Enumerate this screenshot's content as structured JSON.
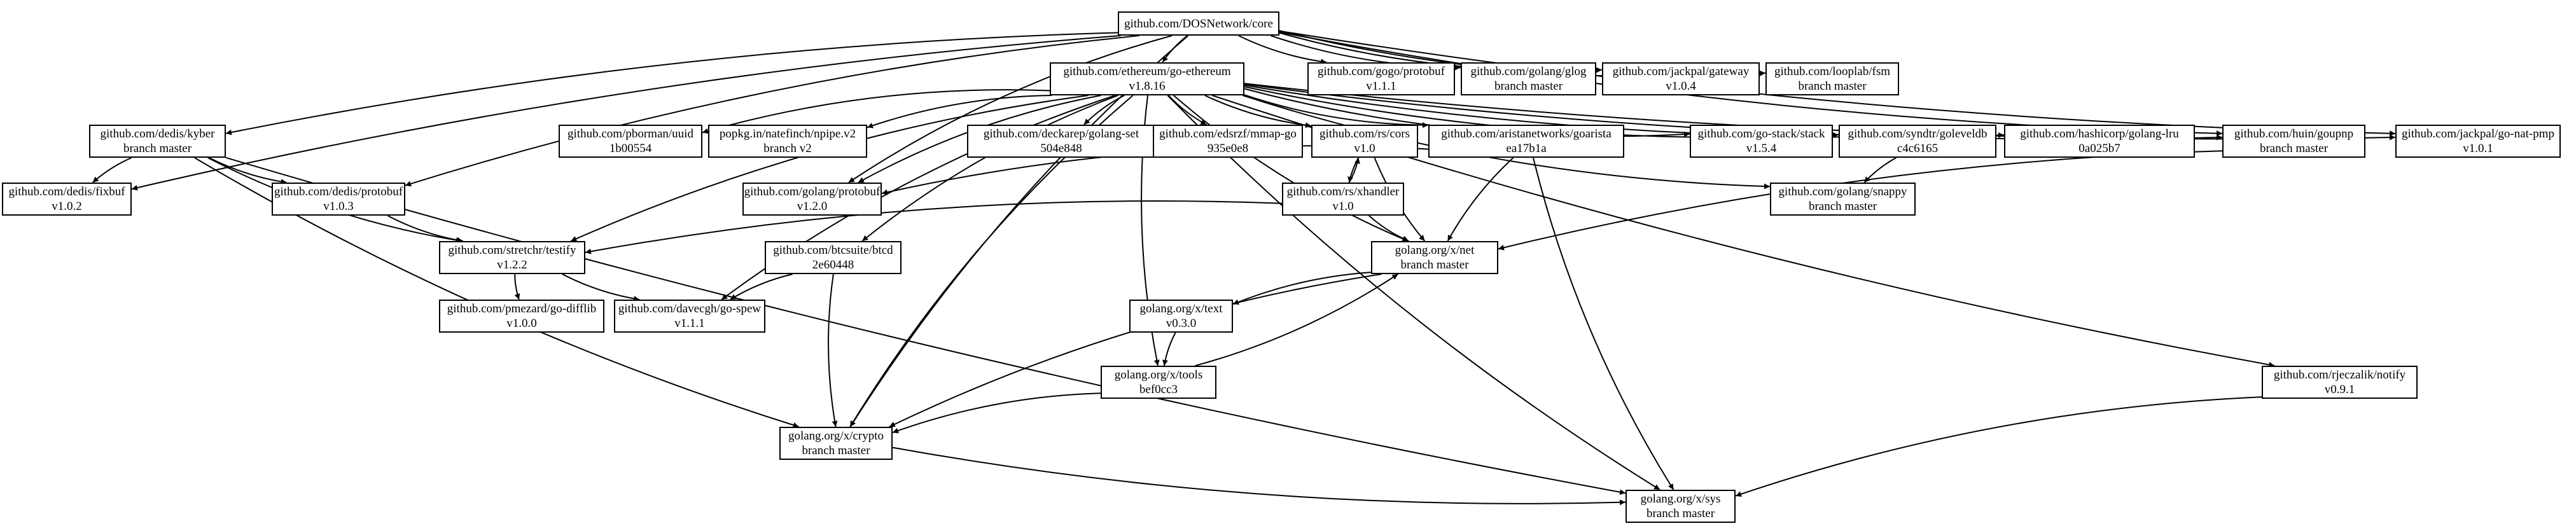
{
  "nodes": [
    {
      "id": "core",
      "lines": [
        "github.com/DOSNetwork/core"
      ]
    },
    {
      "id": "goeth",
      "lines": [
        "github.com/ethereum/go-ethereum",
        "v1.8.16"
      ]
    },
    {
      "id": "gogoproto",
      "lines": [
        "github.com/gogo/protobuf",
        "v1.1.1"
      ]
    },
    {
      "id": "glog",
      "lines": [
        "github.com/golang/glog",
        "branch master"
      ]
    },
    {
      "id": "gateway",
      "lines": [
        "github.com/jackpal/gateway",
        "v1.0.4"
      ]
    },
    {
      "id": "fsm",
      "lines": [
        "github.com/looplab/fsm",
        "branch master"
      ]
    },
    {
      "id": "kyber",
      "lines": [
        "github.com/dedis/kyber",
        "branch master"
      ]
    },
    {
      "id": "uuid",
      "lines": [
        "github.com/pborman/uuid",
        "1b00554"
      ]
    },
    {
      "id": "npipe",
      "lines": [
        "popkg.in/natefinch/npipe.v2",
        "branch v2"
      ]
    },
    {
      "id": "golangset",
      "lines": [
        "github.com/deckarep/golang-set",
        "504e848"
      ]
    },
    {
      "id": "mmap",
      "lines": [
        "github.com/edsrzf/mmap-go",
        "935e0e8"
      ]
    },
    {
      "id": "cors",
      "lines": [
        "github.com/rs/cors",
        "v1.0"
      ]
    },
    {
      "id": "goarista",
      "lines": [
        "github.com/aristanetworks/goarista",
        "ea17b1a"
      ]
    },
    {
      "id": "gostack",
      "lines": [
        "github.com/go-stack/stack",
        "v1.5.4"
      ]
    },
    {
      "id": "goleveldb",
      "lines": [
        "github.com/syndtr/goleveldb",
        "c4c6165"
      ]
    },
    {
      "id": "golanglru",
      "lines": [
        "github.com/hashicorp/golang-lru",
        "0a025b7"
      ]
    },
    {
      "id": "goupnp",
      "lines": [
        "github.com/huin/goupnp",
        "branch master"
      ]
    },
    {
      "id": "natpmp",
      "lines": [
        "github.com/jackpal/go-nat-pmp",
        "v1.0.1"
      ]
    },
    {
      "id": "fixbuf",
      "lines": [
        "github.com/dedis/fixbuf",
        "v1.0.2"
      ]
    },
    {
      "id": "dedisproto",
      "lines": [
        "github.com/dedis/protobuf",
        "v1.0.3"
      ]
    },
    {
      "id": "golangproto",
      "lines": [
        "github.com/golang/protobuf",
        "v1.2.0"
      ]
    },
    {
      "id": "xhandler",
      "lines": [
        "github.com/rs/xhandler",
        "v1.0"
      ]
    },
    {
      "id": "snappy",
      "lines": [
        "github.com/golang/snappy",
        "branch master"
      ]
    },
    {
      "id": "testify",
      "lines": [
        "github.com/stretchr/testify",
        "v1.2.2"
      ]
    },
    {
      "id": "btcd",
      "lines": [
        "github.com/btcsuite/btcd",
        "2e60448"
      ]
    },
    {
      "id": "xnet",
      "lines": [
        "golang.org/x/net",
        "branch master"
      ]
    },
    {
      "id": "difflib",
      "lines": [
        "github.com/pmezard/go-difflib",
        "v1.0.0"
      ]
    },
    {
      "id": "gospew",
      "lines": [
        "github.com/davecgh/go-spew",
        "v1.1.1"
      ]
    },
    {
      "id": "xtext",
      "lines": [
        "golang.org/x/text",
        "v0.3.0"
      ]
    },
    {
      "id": "xtools",
      "lines": [
        "golang.org/x/tools",
        "bef0cc3"
      ]
    },
    {
      "id": "notify",
      "lines": [
        "github.com/rjeczalik/notify",
        "v0.9.1"
      ]
    },
    {
      "id": "xcrypto",
      "lines": [
        "golang.org/x/crypto",
        "branch master"
      ]
    },
    {
      "id": "xsys",
      "lines": [
        "golang.org/x/sys",
        "branch master"
      ]
    }
  ],
  "edges": [
    [
      "core",
      "goeth"
    ],
    [
      "core",
      "gogoproto"
    ],
    [
      "core",
      "glog"
    ],
    [
      "core",
      "gateway"
    ],
    [
      "core",
      "fsm"
    ],
    [
      "core",
      "kyber"
    ],
    [
      "core",
      "fixbuf"
    ],
    [
      "core",
      "dedisproto"
    ],
    [
      "core",
      "golangproto"
    ],
    [
      "core",
      "xcrypto"
    ],
    [
      "core",
      "natpmp"
    ],
    [
      "core",
      "goupnp"
    ],
    [
      "goeth",
      "uuid"
    ],
    [
      "goeth",
      "npipe"
    ],
    [
      "goeth",
      "golangset"
    ],
    [
      "goeth",
      "mmap"
    ],
    [
      "goeth",
      "cors"
    ],
    [
      "goeth",
      "goarista"
    ],
    [
      "goeth",
      "gostack"
    ],
    [
      "goeth",
      "goleveldb"
    ],
    [
      "goeth",
      "golanglru"
    ],
    [
      "goeth",
      "goupnp"
    ],
    [
      "goeth",
      "natpmp"
    ],
    [
      "goeth",
      "golangproto"
    ],
    [
      "goeth",
      "testify"
    ],
    [
      "goeth",
      "btcd"
    ],
    [
      "goeth",
      "gospew"
    ],
    [
      "goeth",
      "xcrypto"
    ],
    [
      "goeth",
      "xnet"
    ],
    [
      "goeth",
      "xtools"
    ],
    [
      "goeth",
      "snappy"
    ],
    [
      "goeth",
      "notify"
    ],
    [
      "goeth",
      "xsys"
    ],
    [
      "kyber",
      "fixbuf"
    ],
    [
      "kyber",
      "dedisproto"
    ],
    [
      "kyber",
      "testify"
    ],
    [
      "kyber",
      "xcrypto"
    ],
    [
      "kyber",
      "xsys"
    ],
    [
      "dedisproto",
      "testify"
    ],
    [
      "cors",
      "xhandler"
    ],
    [
      "cors",
      "xnet"
    ],
    [
      "xhandler",
      "cors"
    ],
    [
      "xhandler",
      "xnet"
    ],
    [
      "xhandler",
      "testify"
    ],
    [
      "goarista",
      "golangproto"
    ],
    [
      "goarista",
      "xnet"
    ],
    [
      "goarista",
      "xsys"
    ],
    [
      "goleveldb",
      "snappy"
    ],
    [
      "goupnp",
      "xnet"
    ],
    [
      "testify",
      "difflib"
    ],
    [
      "testify",
      "gospew"
    ],
    [
      "btcd",
      "gospew"
    ],
    [
      "btcd",
      "xcrypto"
    ],
    [
      "xnet",
      "xtext"
    ],
    [
      "xnet",
      "xcrypto"
    ],
    [
      "xtext",
      "xtools"
    ],
    [
      "xtools",
      "xnet"
    ],
    [
      "xtools",
      "xcrypto"
    ],
    [
      "xcrypto",
      "xsys"
    ],
    [
      "notify",
      "xsys"
    ]
  ]
}
